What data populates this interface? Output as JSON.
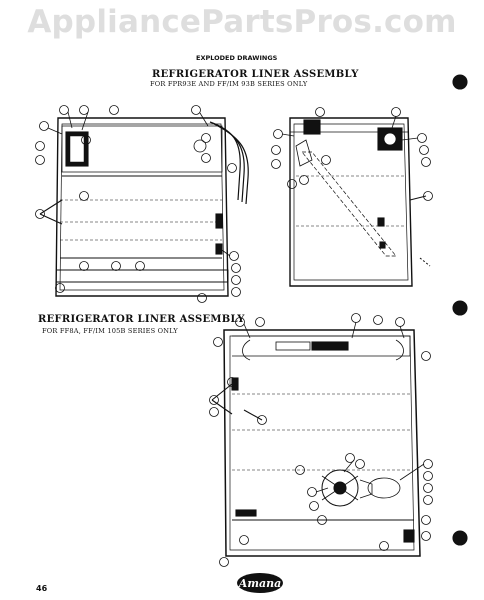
{
  "watermark": "AppliancePartsPros.com",
  "section_label": "EXPLODED DRAWINGS",
  "assembly_top": {
    "title": "REFRIGERATOR LINER ASSEMBLY",
    "subtitle": "FOR FPR93E AND FF/IM 93B SERIES ONLY"
  },
  "assembly_bottom": {
    "title": "REFRIGERATOR LINER ASSEMBLY",
    "subtitle": "FOR FF8A, FF/IM 105B SERIES ONLY"
  },
  "page_number": "46",
  "logo_text": "Amana",
  "colors": {
    "ink": "#111111",
    "watermark": "#dedede",
    "paper": "#ffffff"
  }
}
